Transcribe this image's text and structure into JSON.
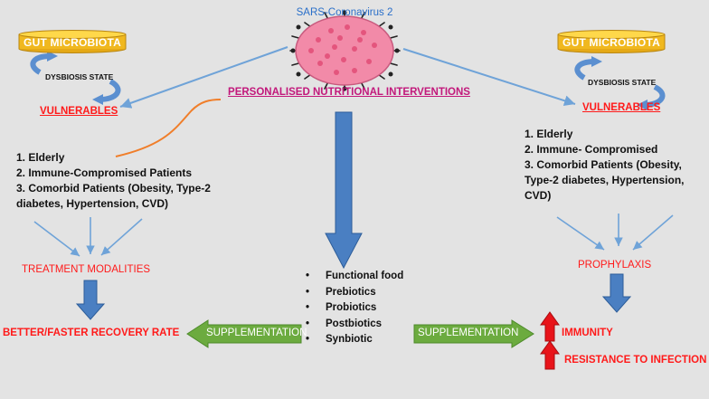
{
  "virus_label": "SARS-Coronavirus 2",
  "center_title": "PERSONALISED NUTRITIONAL INTERVENTIONS",
  "left": {
    "cylinder_label": "GUT MICROBIOTA",
    "dysbiosis_label": "DYSBIOSIS STATE",
    "vulnerables_label": "VULNERABLES",
    "list": [
      "1. Elderly",
      "2. Immune-Compromised Patients",
      "3. Comorbid Patients (Obesity, Type-2",
      "diabetes, Hypertension, CVD)"
    ],
    "treatment_label": "TREATMENT MODALITIES",
    "outcome_label": "BETTER/FASTER RECOVERY RATE"
  },
  "right": {
    "cylinder_label": "GUT MICROBIOTA",
    "dysbiosis_label": "DYSBIOSIS STATE",
    "vulnerables_label": "VULNERABLES",
    "list": [
      "1. Elderly",
      "2. Immune- Compromised",
      "3. Comorbid Patients (Obesity,",
      "Type-2 diabetes, Hypertension,",
      "CVD)"
    ],
    "prophylaxis_label": "PROPHYLAXIS",
    "immunity_label": "IMMUNITY",
    "resistance_label": "RESISTANCE TO INFECTION"
  },
  "interventions": [
    "Functional food",
    "Prebiotics",
    "Probiotics",
    "Postbiotics",
    "Synbiotic"
  ],
  "supplementation_left": "SUPPLEMENTATION",
  "supplementation_right": "SUPPLEMENTATION",
  "colors": {
    "background": "#e3e3e3",
    "cylinder_fill": "#f0b81f",
    "cylinder_top": "#ffd84a",
    "arrow_blue": "#4a7fc2",
    "line_blue": "#6fa3d8",
    "arrow_green": "#6cab3f",
    "label_red": "#ff1a1a",
    "title_purple": "#c2187b",
    "virus_blue": "#2a6fc9",
    "connector_orange": "#f07e2a"
  }
}
